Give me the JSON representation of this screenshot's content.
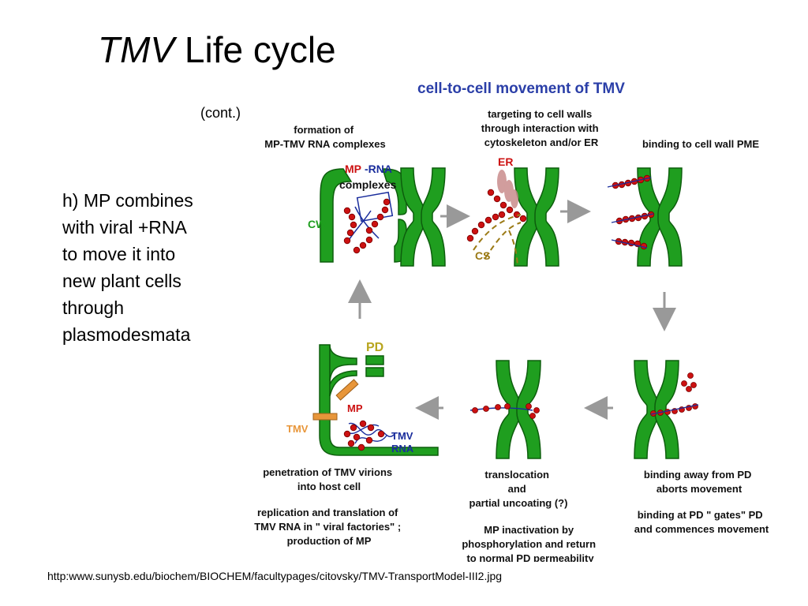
{
  "slide": {
    "title_italic": "TMV",
    "title_rest": "Life cycle",
    "cont": "(cont.)",
    "body_lines": [
      "h) MP combines",
      "with viral +RNA",
      "to move it into",
      "new plant cells",
      "through",
      "plasmodesmata"
    ],
    "source": "http:www.sunysb.edu/biochem/BIOCHEM/facultypages/citovsky/TMV-TransportModel-III2.jpg"
  },
  "diagram": {
    "heading": "cell-to-cell movement of TMV",
    "colors": {
      "wall": "#1f9e1f",
      "wall_stroke": "#0d5e0d",
      "heading": "#2b3fa8",
      "red": "#cc1111",
      "blue": "#1a2d9c",
      "olive": "#9b7a16",
      "orange": "#e8963a",
      "arrow": "#999999",
      "pd": "#b8a51e",
      "er": "#c98c8c"
    },
    "captions": {
      "formation": [
        "formation of",
        "MP-TMV RNA complexes"
      ],
      "targeting": [
        "targeting  to cell walls",
        "through interaction with",
        "cytoskeleton and/or ER"
      ],
      "binding_pme": [
        "binding to cell wall PME"
      ],
      "penetration": [
        "penetration of TMV virions",
        "into host cell"
      ],
      "replication": [
        "replication and translation of",
        "TMV RNA in \" viral factories\" ;",
        "production of MP"
      ],
      "translocation": [
        "translocation",
        "and",
        "partial uncoating (?)"
      ],
      "inactivation": [
        "MP inactivation by",
        "phosphorylation and return",
        "to normal PD permeability"
      ],
      "binding_away": [
        "binding away from PD",
        "aborts movement"
      ],
      "binding_at": [
        "binding at PD \" gates\"  PD",
        "and commences movement"
      ]
    },
    "labels": {
      "mp": "MP",
      "dash_rna": "-RNA",
      "complexes": "complexes",
      "cw": "CW",
      "er": "ER",
      "cs": "CS",
      "pd": "PD",
      "tmv": "TMV",
      "mp2": "MP",
      "tmv_rna_1": "TMV",
      "tmv_rna_2": "RNA"
    }
  }
}
